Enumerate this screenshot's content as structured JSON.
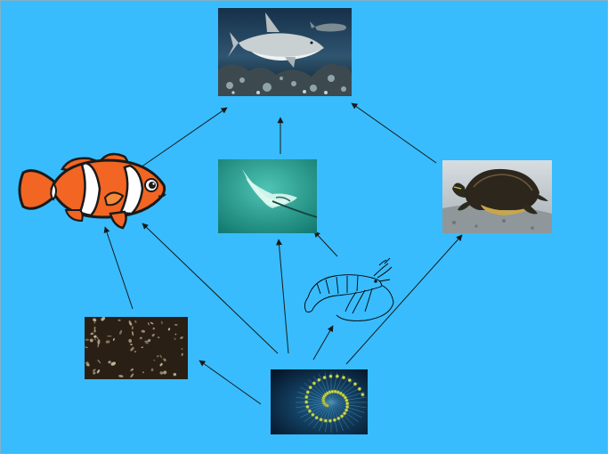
{
  "canvas": {
    "background_color": "#38bcfd",
    "border_color": "#7fb2c8"
  },
  "organisms": [
    {
      "id": "shark",
      "kind": "photo",
      "icon": "shark-photo",
      "colors": [
        "#0f2338",
        "#5e7a8c"
      ]
    },
    {
      "id": "clownfish",
      "kind": "illustration",
      "icon": "clownfish-illustration",
      "colors": [
        "#f26522",
        "#ffffff",
        "#111111"
      ]
    },
    {
      "id": "manta-ray",
      "kind": "photo",
      "icon": "manta-ray-photo",
      "colors": [
        "#1e9e8e",
        "#9fe0d2"
      ]
    },
    {
      "id": "turtle",
      "kind": "photo",
      "icon": "turtle-photo",
      "colors": [
        "#b8c0c4",
        "#3d3528"
      ]
    },
    {
      "id": "shrimp",
      "kind": "line-drawing",
      "icon": "shrimp-line-drawing",
      "colors": [
        "#000000"
      ]
    },
    {
      "id": "zooplankton",
      "kind": "photo",
      "icon": "zooplankton-photo",
      "colors": [
        "#2a1f14",
        "#c9b89a"
      ]
    },
    {
      "id": "phytoplankton",
      "kind": "photo",
      "icon": "phytoplankton-photo",
      "colors": [
        "#0a2a4a",
        "#c6d85a"
      ]
    }
  ],
  "links": [
    {
      "from": "clownfish",
      "to": "shark"
    },
    {
      "from": "manta-ray",
      "to": "shark"
    },
    {
      "from": "turtle",
      "to": "shark"
    },
    {
      "from": "zooplankton",
      "to": "clownfish"
    },
    {
      "from": "phytoplankton",
      "to": "clownfish"
    },
    {
      "from": "phytoplankton",
      "to": "manta-ray"
    },
    {
      "from": "shrimp",
      "to": "manta-ray"
    },
    {
      "from": "phytoplankton",
      "to": "shrimp"
    },
    {
      "from": "phytoplankton",
      "to": "turtle"
    },
    {
      "from": "phytoplankton",
      "to": "zooplankton"
    }
  ],
  "arrow_color": "#1a1a1a"
}
